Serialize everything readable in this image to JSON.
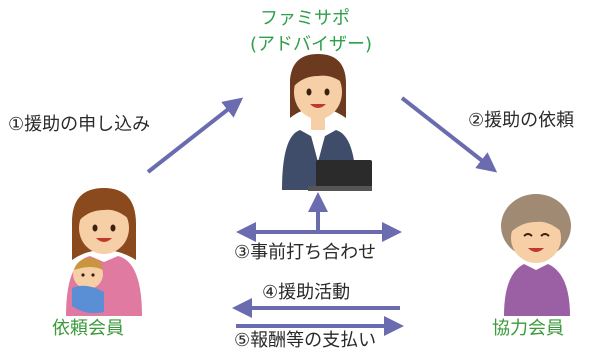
{
  "center_node": {
    "title": "ファミサポ",
    "subtitle": "(アドバイザー)"
  },
  "left_node": {
    "label": "依頼会員"
  },
  "right_node": {
    "label": "協力会員"
  },
  "flows": {
    "request_help": "①援助の申し込み",
    "request_assist": "②援助の依頼",
    "pre_meeting": "③事前打ち合わせ",
    "help_activity": "④援助活動",
    "payment": "⑤報酬等の支払い"
  },
  "colors": {
    "arrow": "#6b6bb0",
    "node_label_green": "#3a9a3a",
    "title_green": "#2fa04a"
  },
  "icons": [
    "advisor-person-icon",
    "mother-with-baby-icon",
    "senior-woman-icon"
  ]
}
